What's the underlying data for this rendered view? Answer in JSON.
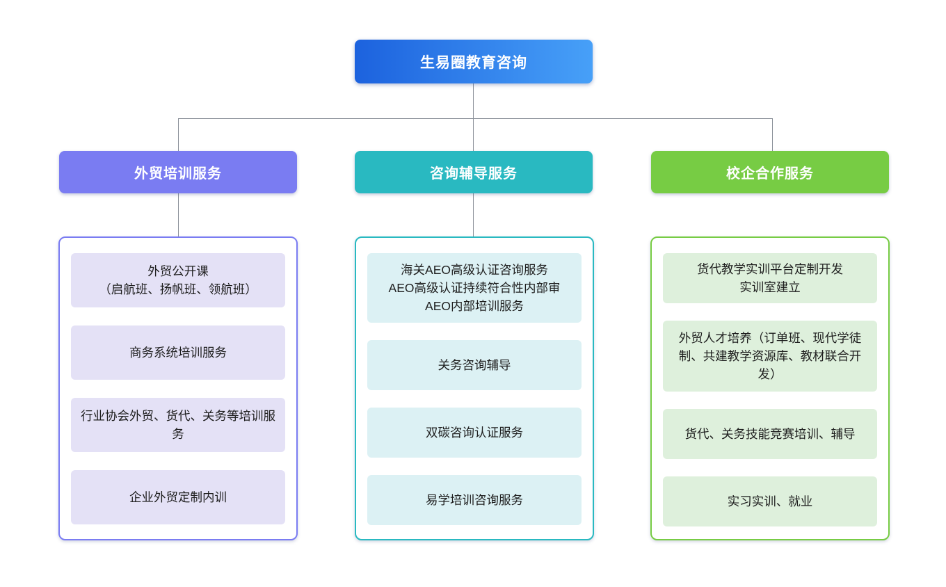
{
  "root": {
    "label": "生易圈教育咨询"
  },
  "colors": {
    "top-grad-start": "#1c62de",
    "top-grad-end": "#47a0f8",
    "col1-accent": "#7a7cf2",
    "col1-item-bg": "#e4e1f6",
    "col2-accent": "#29b9c1",
    "col2-item-bg": "#dcf1f4",
    "col3-accent": "#77cc44",
    "col3-item-bg": "#def0dc",
    "line-color": "#8a9099",
    "text-dark": "#1e1e1e"
  },
  "columns": [
    {
      "header": "外贸培训服务",
      "items": [
        {
          "text": "外贸公开课\n（启航班、扬帆班、领航班）"
        },
        {
          "text": "商务系统培训服务"
        },
        {
          "text": "行业协会外贸、货代、关务等培训服务"
        },
        {
          "text": "企业外贸定制内训"
        }
      ]
    },
    {
      "header": "咨询辅导服务",
      "items": [
        {
          "text": "海关AEO高级认证咨询服务\nAEO高级认证持续符合性内部审\nAEO内部培训服务"
        },
        {
          "text": "关务咨询辅导"
        },
        {
          "text": "双碳咨询认证服务"
        },
        {
          "text": "易学培训咨询服务"
        }
      ]
    },
    {
      "header": "校企合作服务",
      "items": [
        {
          "text": "货代教学实训平台定制开发\n实训室建立"
        },
        {
          "text": "外贸人才培养（订单班、现代学徒制、共建教学资源库、教材联合开发）"
        },
        {
          "text": "货代、关务技能竞赛培训、辅导"
        },
        {
          "text": "实习实训、就业"
        }
      ]
    }
  ]
}
